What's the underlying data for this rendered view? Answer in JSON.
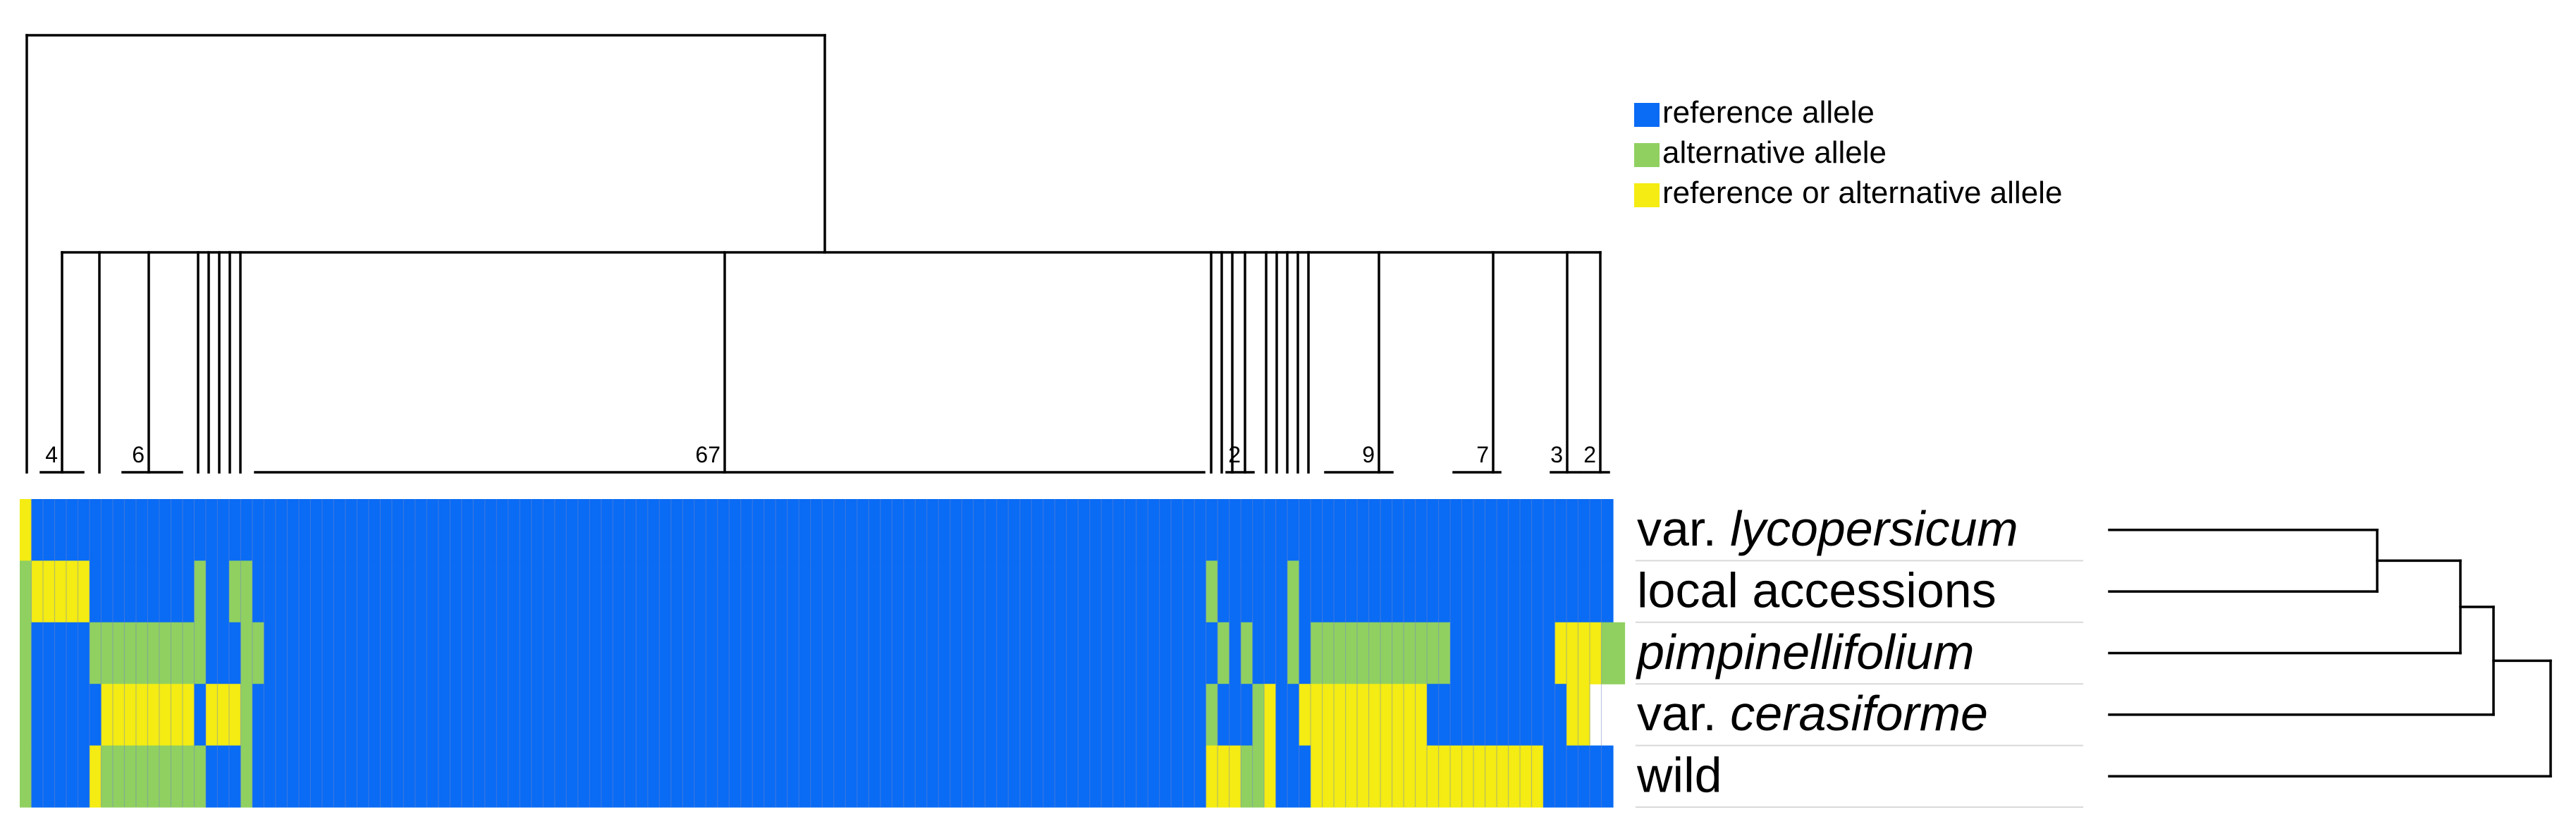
{
  "legend": [
    {
      "label": "reference allele",
      "color": "#0A6BF4"
    },
    {
      "label": "alternative allele",
      "color": "#90D060"
    },
    {
      "label": "reference or alternative allele",
      "color": "#F4EC12"
    }
  ],
  "colors": {
    "0": "#0A6BF4",
    "1": "#90D060",
    "2": "#F4EC12"
  },
  "rows": [
    {
      "prefix": "var. ",
      "name": "lycopersicum",
      "italic": true
    },
    {
      "prefix": "",
      "name": "local accessions",
      "italic": false
    },
    {
      "prefix": "",
      "name": "pimpinellifolium",
      "italic": true
    },
    {
      "prefix": "var. ",
      "name": "cerasiforme",
      "italic": true
    },
    {
      "prefix": "",
      "name": "wild",
      "italic": false
    }
  ],
  "cluster_labels": [
    "4",
    "6",
    "67",
    "2",
    "9",
    "7",
    "3",
    "2"
  ],
  "chart_data": {
    "type": "heatmap",
    "title": "",
    "value_meaning": {
      "0": "reference allele",
      "1": "alternative allele",
      "2": "reference or alternative allele"
    },
    "row_labels": [
      "var. lycopersicum",
      "local accessions",
      "pimpinellifolium",
      "var. cerasiforme",
      "wild"
    ],
    "columns": 137,
    "cluster_sizes": [
      {
        "label": "4",
        "size": 4
      },
      {
        "label": "6",
        "size": 6
      },
      {
        "label": "67",
        "size": 67
      },
      {
        "label": "2",
        "size": 2
      },
      {
        "label": "9",
        "size": 9
      },
      {
        "label": "7",
        "size": 7
      },
      {
        "label": "3",
        "size": 3
      },
      {
        "label": "2",
        "size": 2
      }
    ],
    "row_runs": [
      [
        [
          2,
          1
        ],
        [
          0,
          136
        ]
      ],
      [
        [
          1,
          1
        ],
        [
          2,
          5
        ],
        [
          0,
          9
        ],
        [
          1,
          1
        ],
        [
          0,
          2
        ],
        [
          1,
          2
        ],
        [
          0,
          82
        ],
        [
          1,
          1
        ],
        [
          0,
          6
        ],
        [
          1,
          1
        ],
        [
          0,
          27
        ]
      ],
      [
        [
          1,
          1
        ],
        [
          0,
          5
        ],
        [
          1,
          10
        ],
        [
          0,
          3
        ],
        [
          1,
          2
        ],
        [
          0,
          82
        ],
        [
          1,
          1
        ],
        [
          0,
          1
        ],
        [
          1,
          1
        ],
        [
          0,
          3
        ],
        [
          1,
          1
        ],
        [
          0,
          1
        ],
        [
          1,
          12
        ],
        [
          0,
          9
        ],
        [
          2,
          4
        ],
        [
          1,
          2
        ]
      ],
      [
        [
          1,
          1
        ],
        [
          0,
          6
        ],
        [
          2,
          8
        ],
        [
          0,
          1
        ],
        [
          2,
          3
        ],
        [
          1,
          1
        ],
        [
          0,
          82
        ],
        [
          1,
          1
        ],
        [
          0,
          3
        ],
        [
          1,
          1
        ],
        [
          2,
          1
        ],
        [
          0,
          2
        ],
        [
          2,
          11
        ],
        [
          0,
          12
        ],
        [
          2,
          2
        ]
      ],
      [
        [
          1,
          1
        ],
        [
          0,
          5
        ],
        [
          2,
          1
        ],
        [
          1,
          9
        ],
        [
          0,
          3
        ],
        [
          1,
          1
        ],
        [
          0,
          82
        ],
        [
          2,
          3
        ],
        [
          1,
          2
        ],
        [
          2,
          1
        ],
        [
          0,
          3
        ],
        [
          2,
          20
        ],
        [
          0,
          6
        ]
      ]
    ]
  }
}
